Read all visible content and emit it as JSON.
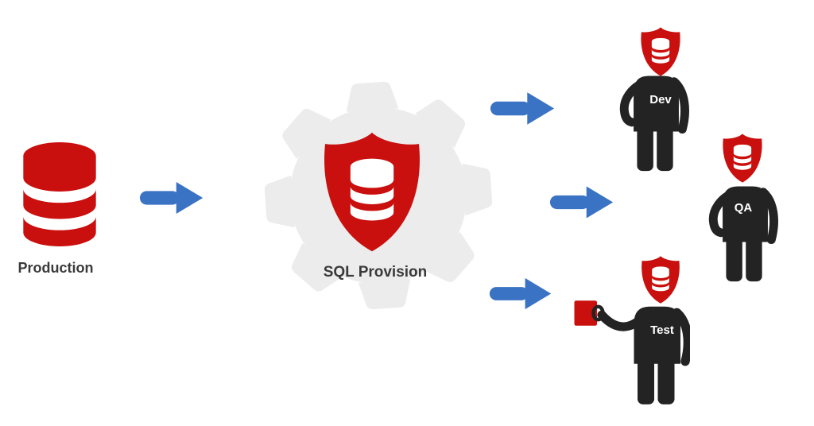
{
  "diagram": {
    "source": {
      "label": "Production",
      "icon": "database-icon"
    },
    "processor": {
      "label": "SQL Provision",
      "icon": "gear-icon shield-database-icon"
    },
    "targets": [
      {
        "id": "dev",
        "label": "Dev",
        "icon": "person-icon shield-database-icon"
      },
      {
        "id": "qa",
        "label": "QA",
        "icon": "person-icon shield-database-icon"
      },
      {
        "id": "test",
        "label": "Test",
        "icon": "person-icon shield-database-icon mug-icon"
      }
    ],
    "arrows": [
      {
        "from": "Production",
        "to": "SQL Provision"
      },
      {
        "from": "SQL Provision",
        "to": "Dev"
      },
      {
        "from": "SQL Provision",
        "to": "QA"
      },
      {
        "from": "SQL Provision",
        "to": "Test"
      }
    ],
    "colors": {
      "red": "#C9100E",
      "blue": "#3B73C4",
      "gear": "#ECECEC",
      "body": "#232323",
      "label": "#3A3A3A",
      "white": "#FFFFFF"
    }
  }
}
